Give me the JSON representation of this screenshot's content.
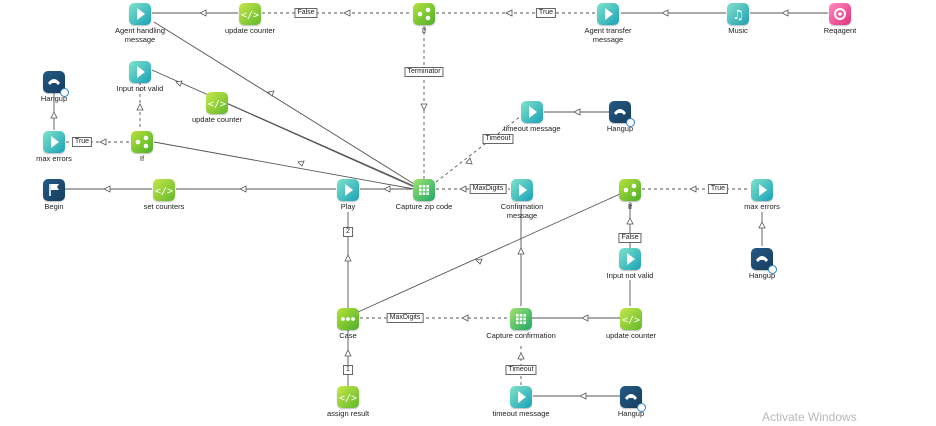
{
  "nodes": {
    "agent_handling": {
      "label": "Agent handling message",
      "icon": "play-icon"
    },
    "update_counter_top": {
      "label": "update counter",
      "icon": "code-icon"
    },
    "if_top": {
      "label": "If",
      "icon": "branch-icon"
    },
    "agent_transfer": {
      "label": "Agent transfer message",
      "icon": "play-icon"
    },
    "music": {
      "label": "Music",
      "icon": "music-icon"
    },
    "reqagent": {
      "label": "Reqagent",
      "icon": "headset-icon"
    },
    "hangup_left": {
      "label": "Hangup",
      "icon": "phone-icon"
    },
    "input_not_valid_left": {
      "label": "Input not valid",
      "icon": "play-icon"
    },
    "update_counter_left": {
      "label": "update counter",
      "icon": "code-icon"
    },
    "max_errors_left": {
      "label": "max errors",
      "icon": "play-icon"
    },
    "if_left": {
      "label": "If",
      "icon": "branch-icon"
    },
    "timeout_message_top": {
      "label": "timeout message",
      "icon": "play-icon"
    },
    "hangup_mid": {
      "label": "Hangup",
      "icon": "phone-icon"
    },
    "begin": {
      "label": "Begin",
      "icon": "flag-icon"
    },
    "set_counters": {
      "label": "set counters",
      "icon": "code-icon"
    },
    "play": {
      "label": "Play",
      "icon": "play-icon"
    },
    "capture_zip": {
      "label": "Capture zip code",
      "icon": "grid-icon"
    },
    "confirmation_message": {
      "label": "Confirmation message",
      "icon": "play-icon"
    },
    "if_right": {
      "label": "If",
      "icon": "branch-icon"
    },
    "max_errors_right": {
      "label": "max errors",
      "icon": "play-icon"
    },
    "hangup_right": {
      "label": "Hangup",
      "icon": "phone-icon"
    },
    "input_not_valid_right": {
      "label": "Input not valid",
      "icon": "play-icon"
    },
    "case": {
      "label": "Case",
      "icon": "case-icon"
    },
    "capture_confirmation": {
      "label": "Capture confirmation",
      "icon": "grid-icon"
    },
    "update_counter_right": {
      "label": "update counter",
      "icon": "code-icon"
    },
    "assign_result": {
      "label": "assign result",
      "icon": "code-icon"
    },
    "timeout_message_bottom": {
      "label": "timeout message",
      "icon": "play-icon"
    },
    "hangup_bottom": {
      "label": "Hangup",
      "icon": "phone-icon"
    }
  },
  "edge_labels": {
    "false_top": "False",
    "true_top": "True",
    "terminator": "Terminator",
    "true_left": "True",
    "timeout_top": "Timeout",
    "maxdigits_top": "MaxDigits",
    "two": "2",
    "false_right": "False",
    "true_right": "True",
    "maxdigits_bottom": "MaxDigits",
    "one": "1",
    "timeout_bottom": "Timeout"
  },
  "watermark": "Activate Windows"
}
